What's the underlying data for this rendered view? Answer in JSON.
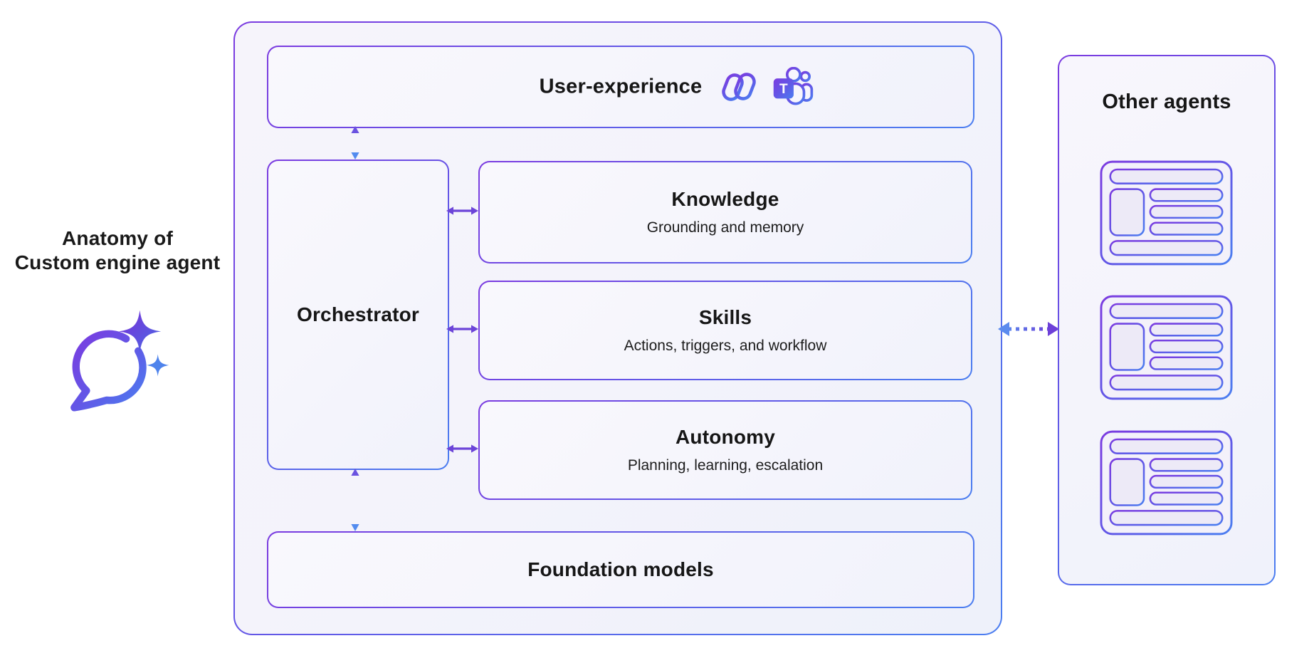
{
  "page": {
    "background": "#ffffff"
  },
  "colors": {
    "border_gradient_start": "#7B3BE0",
    "border_gradient_end": "#4B7EF0",
    "box_background": "#F6F5FC",
    "text": "#161616",
    "arrow_purple": "#6C44D8",
    "arrow_blue": "#5B8BEE"
  },
  "left_panel": {
    "title_line1": "Anatomy of",
    "title_line2": "Custom engine agent",
    "icon": "copilot-chat-sparkle-icon"
  },
  "main": {
    "user_experience": {
      "label": "User-experience",
      "icons": [
        "copilot-icon",
        "teams-icon"
      ],
      "teams_letter": "T"
    },
    "orchestrator": {
      "label": "Orchestrator"
    },
    "components": [
      {
        "title": "Knowledge",
        "subtitle": "Grounding and memory"
      },
      {
        "title": "Skills",
        "subtitle": "Actions, triggers, and workflow"
      },
      {
        "title": "Autonomy",
        "subtitle": "Planning, learning, escalation"
      }
    ],
    "foundation": {
      "label": "Foundation models"
    }
  },
  "other_agents": {
    "title": "Other agents",
    "card_count": 3
  },
  "connections": [
    {
      "from": "User-experience",
      "to": "Orchestrator",
      "style": "solid-double-arrow"
    },
    {
      "from": "Orchestrator",
      "to": "Knowledge",
      "style": "solid-double-arrow"
    },
    {
      "from": "Orchestrator",
      "to": "Skills",
      "style": "solid-double-arrow"
    },
    {
      "from": "Orchestrator",
      "to": "Autonomy",
      "style": "solid-double-arrow"
    },
    {
      "from": "Orchestrator",
      "to": "Foundation models",
      "style": "solid-double-arrow"
    },
    {
      "from": "Custom engine agent",
      "to": "Other agents",
      "style": "dotted-double-arrow"
    }
  ]
}
